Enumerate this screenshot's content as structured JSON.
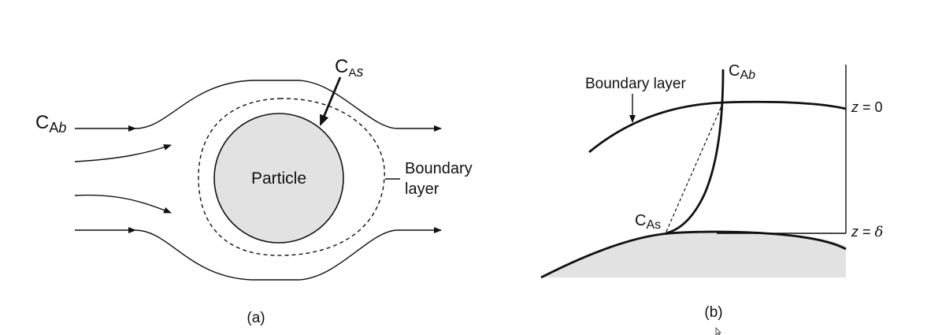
{
  "panel_a": {
    "particle_label": "Particle",
    "bulk_conc": {
      "main": "C",
      "sub_upright": "A",
      "sub_italic": "b"
    },
    "surface_conc": {
      "main": "C",
      "sub_upright": "A",
      "sub_italic": "s"
    },
    "boundary_label_line1": "Boundary",
    "boundary_label_line2": "layer",
    "caption": "(a)"
  },
  "panel_b": {
    "boundary_label": "Boundary layer",
    "bulk_conc": {
      "main": "C",
      "sub_upright": "A",
      "sub_italic": "b"
    },
    "surface_conc": {
      "main": "C",
      "sub_upright": "As",
      "sub_italic": ""
    },
    "z_top": {
      "var": "z",
      "rest": " = 0"
    },
    "z_bottom": {
      "var": "z",
      "rest": " = ",
      "sym": "δ"
    },
    "caption": "(b)"
  },
  "colors": {
    "particle_fill": "#e2e2e2",
    "line": "#111111",
    "background": "#ffffff"
  }
}
